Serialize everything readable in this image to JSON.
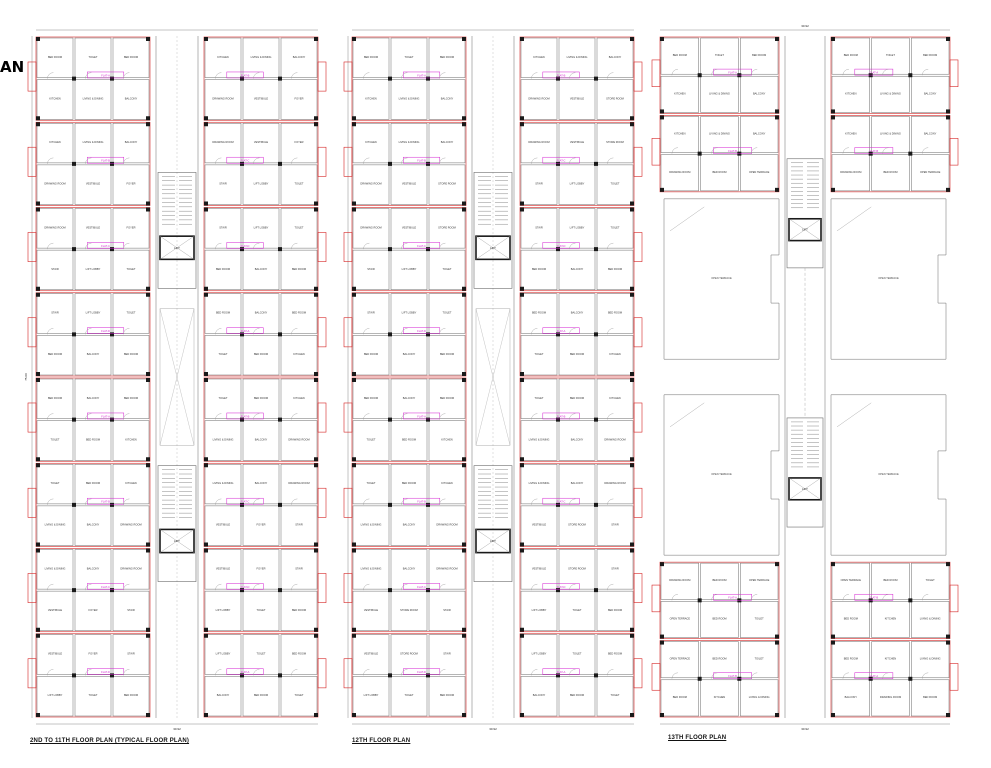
{
  "sheet": {
    "partial_heading": "AN",
    "colors": {
      "wall": "#1a1a1a",
      "line": "#6b6b6b",
      "thin": "#9a9a9a",
      "red": "#d52424",
      "magenta": "#d41fd0",
      "paper": "#ffffff"
    }
  },
  "plans": [
    {
      "id": "typical",
      "caption": "2ND TO 11TH FLOOR PLAN (TYPICAL FLOOR PLAN)",
      "bottom_dim": "30.92",
      "side_dim": "75.00",
      "room_names": [
        "BED ROOM",
        "TOILET",
        "BED ROOM",
        "KITCHEN",
        "LIVING & DINING",
        "BALCONY",
        "DRAWING ROOM",
        "VESTIBULE",
        "FOYER",
        "STAIR",
        "LIFT LOBBY",
        "TOILET",
        "BED ROOM",
        "BALCONY"
      ],
      "area_tags": [
        "FLAT-A",
        "FLAT-B",
        "FLAT-C",
        "FLAT-D"
      ],
      "lift_label": "LIFT"
    },
    {
      "id": "twelfth",
      "caption": "12TH FLOOR PLAN",
      "bottom_dim": "30.92",
      "side_dim": "",
      "room_names": [
        "BED ROOM",
        "TOILET",
        "BED ROOM",
        "KITCHEN",
        "LIVING & DINING",
        "BALCONY",
        "DRAWING ROOM",
        "VESTIBULE",
        "STORE ROOM",
        "STAIR",
        "LIFT LOBBY",
        "TOILET",
        "BED ROOM",
        "BALCONY"
      ],
      "area_tags": [
        "FLAT-A",
        "FLAT-B",
        "FLAT-C",
        "FLAT-D"
      ],
      "lift_label": "LIFT"
    },
    {
      "id": "thirteenth",
      "caption": "13TH FLOOR PLAN",
      "bottom_dim": "30.92",
      "top_dim": "30.92",
      "side_dim": "",
      "room_names": [
        "BED ROOM",
        "TOILET",
        "BED ROOM",
        "KITCHEN",
        "LIVING & DINING",
        "BALCONY",
        "DRAWING ROOM",
        "BED ROOM",
        "OPEN TERRACE",
        "OPEN TERRACE"
      ],
      "area_tags": [
        "FLAT-A",
        "FLAT-B"
      ],
      "lift_label": "LIFT"
    }
  ]
}
